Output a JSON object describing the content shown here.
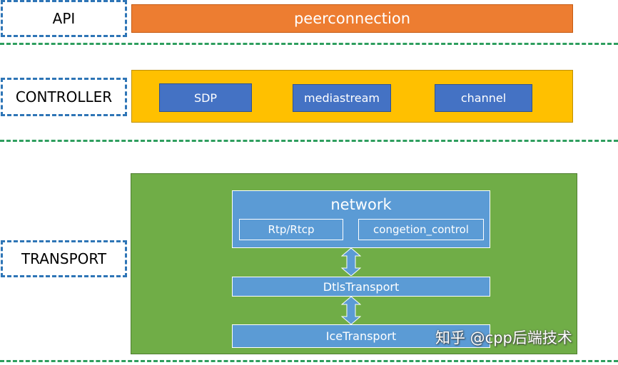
{
  "colors": {
    "api_bar": "#ed7d31",
    "controller_bg": "#ffc000",
    "transport_bg": "#70ad47",
    "module_blue": "#4472c4",
    "network_blue": "#5b9bd5",
    "label_border": "#2e75b6",
    "separator": "#2e9e5e"
  },
  "layers": {
    "api": {
      "label": "API"
    },
    "controller": {
      "label": "CONTROLLER"
    },
    "transport": {
      "label": "TRANSPORT"
    }
  },
  "api_bar": {
    "label": "peerconnection"
  },
  "controller_modules": [
    {
      "label": "SDP"
    },
    {
      "label": "mediastream"
    },
    {
      "label": "channel"
    }
  ],
  "transport": {
    "network": {
      "title": "network",
      "children": [
        {
          "label": "Rtp/Rtcp"
        },
        {
          "label": "congetion_control"
        }
      ]
    },
    "dtls": {
      "label": "DtlsTransport"
    },
    "ice": {
      "label": "IceTransport"
    },
    "arrows": [
      "double-arrow-icon",
      "double-arrow-icon"
    ]
  },
  "watermark": "知乎 @cpp后端技术"
}
